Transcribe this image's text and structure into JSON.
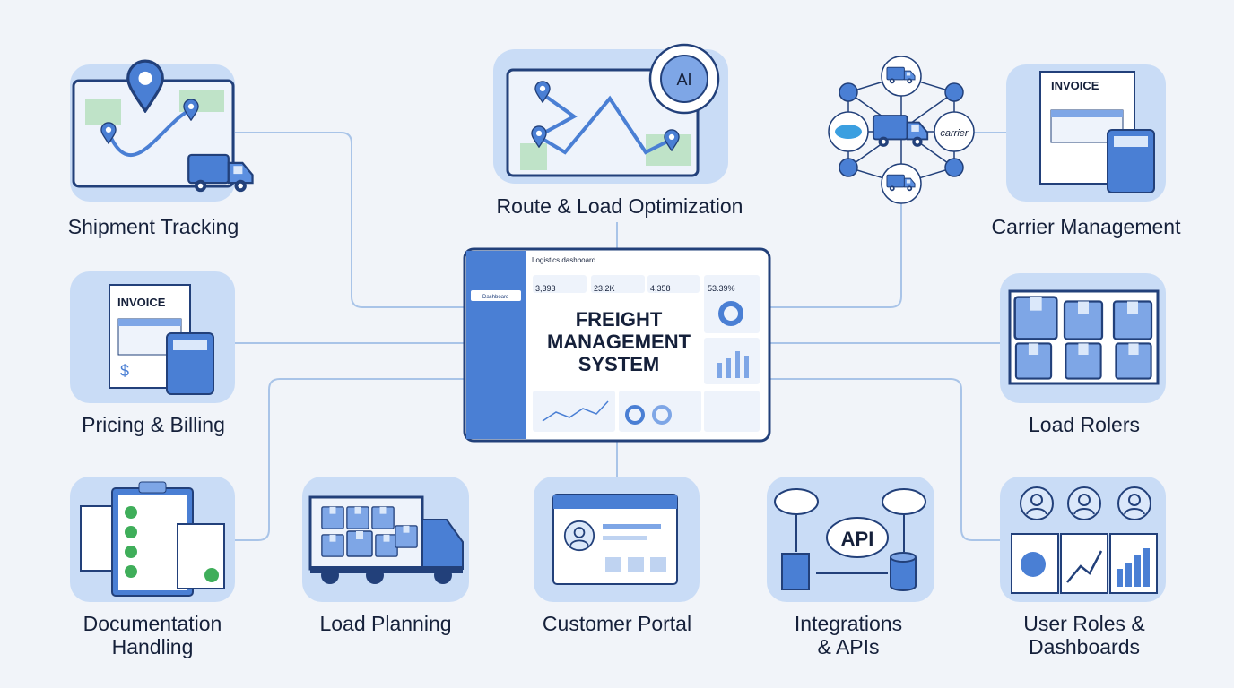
{
  "center": {
    "title_lines": [
      "FREIGHT",
      "MANAGEMENT",
      "SYSTEM"
    ],
    "dashboard_title": "Logistics dashboard",
    "nav_active": "Dashboard",
    "kpis": [
      "3,393",
      "23.2K",
      "4,358",
      "53.39%"
    ]
  },
  "modules": {
    "shipment_tracking": "Shipment Tracking",
    "route_optimization": "Route & Load Optimization",
    "ai_badge": "AI",
    "carrier_node": "carrier",
    "carrier_management": "Carrier Management",
    "invoice_label": "INVOICE",
    "pricing_billing": "Pricing & Billing",
    "load_rolers": "Load Rolers",
    "documentation_handling": [
      "Documentation",
      "Handling"
    ],
    "load_planning": "Load Planning",
    "customer_portal": "Customer Portal",
    "api_label": "API",
    "integrations_apis": [
      "Integrations",
      "& APIs"
    ],
    "user_roles_dashboards": [
      "User Roles &",
      "Dashboards"
    ]
  },
  "colors": {
    "accent": "#4a7fd4",
    "tile": "#c9dcf6",
    "line": "#a9c4e8",
    "text": "#15203a"
  }
}
